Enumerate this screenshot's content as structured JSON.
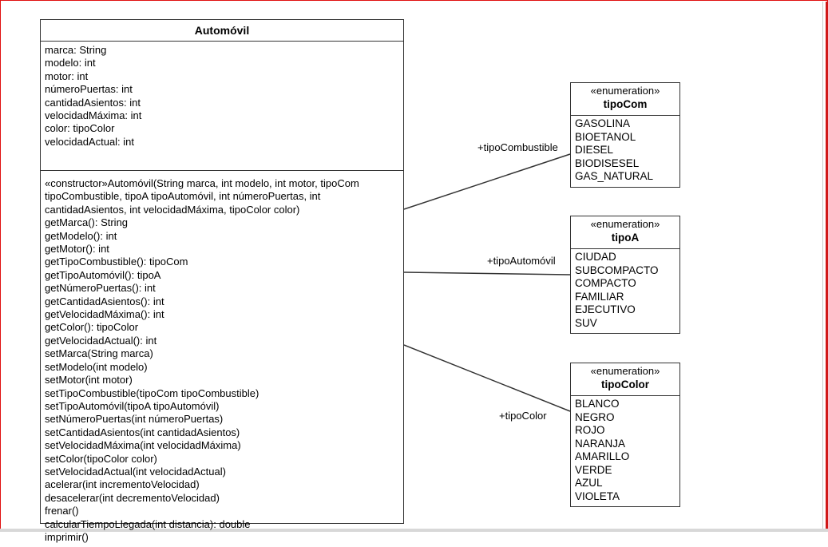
{
  "automovil": {
    "name": "Automóvil",
    "attributes": [
      "marca: String",
      "modelo: int",
      "motor: int",
      "númeroPuertas: int",
      "cantidadAsientos: int",
      "velocidadMáxima: int",
      "color: tipoColor",
      "velocidadActual: int"
    ],
    "methods": [
      "«constructor»Automóvil(String marca, int modelo, int motor, tipoCom",
      "tipoCombustible, tipoA tipoAutomóvil, int númeroPuertas, int",
      "cantidadAsientos, int velocidadMáxima, tipoColor color)",
      "getMarca(): String",
      "getModelo(): int",
      "getMotor(): int",
      "getTipoCombustible(): tipoCom",
      "getTipoAutomóvil(): tipoA",
      "getNúmeroPuertas(): int",
      "getCantidadAsientos(): int",
      "getVelocidadMáxima(): int",
      "getColor(): tipoColor",
      "getVelocidadActual(): int",
      "setMarca(String marca)",
      "setModelo(int modelo)",
      "setMotor(int motor)",
      "setTipoCombustible(tipoCom tipoCombustible)",
      "setTipoAutomóvil(tipoA tipoAutomóvil)",
      "setNúmeroPuertas(int númeroPuertas)",
      "setCantidadAsientos(int cantidadAsientos)",
      "setVelocidadMáxima(int velocidadMáxima)",
      "setColor(tipoColor color)",
      "setVelocidadActual(int velocidadActual)",
      "acelerar(int incrementoVelocidad)",
      "desacelerar(int decrementoVelocidad)",
      "frenar()",
      "calcularTiempoLlegada(int distancia): double",
      "imprimir()"
    ]
  },
  "enums": [
    {
      "stereotype": "«enumeration»",
      "name": "tipoCom",
      "values": [
        "GASOLINA",
        "BIOETANOL",
        "DIESEL",
        "BIODISESEL",
        "GAS_NATURAL"
      ]
    },
    {
      "stereotype": "«enumeration»",
      "name": "tipoA",
      "values": [
        "CIUDAD",
        "SUBCOMPACTO",
        "COMPACTO",
        "FAMILIAR",
        "EJECUTIVO",
        "SUV"
      ]
    },
    {
      "stereotype": "«enumeration»",
      "name": "tipoColor",
      "values": [
        "BLANCO",
        "NEGRO",
        "ROJO",
        "NARANJA",
        "AMARILLO",
        "VERDE",
        "AZUL",
        "VIOLETA"
      ]
    }
  ],
  "associations": [
    {
      "label": "+tipoCombustible"
    },
    {
      "label": "+tipoAutomóvil"
    },
    {
      "label": "+tipoColor"
    }
  ],
  "colors": {
    "frame": "#e01010",
    "line": "#333333",
    "background": "#ffffff"
  }
}
